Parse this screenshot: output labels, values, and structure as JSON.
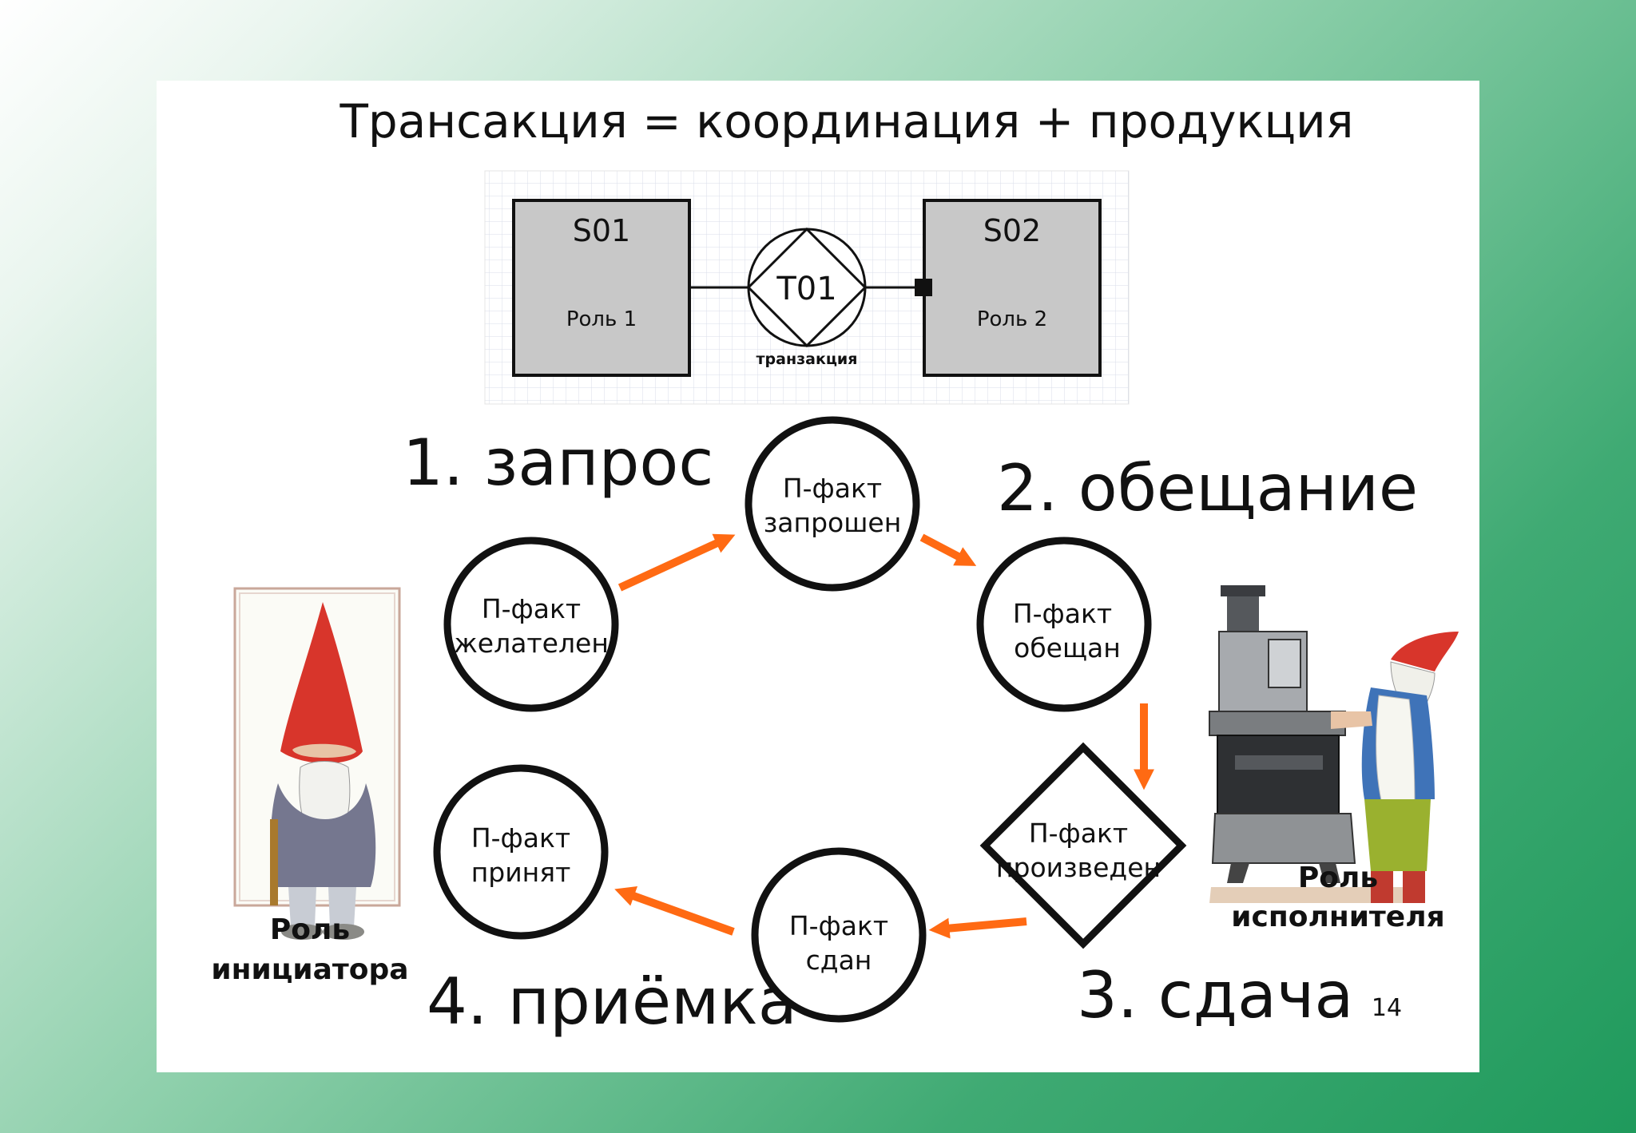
{
  "slide": {
    "title": "Трансакция = координация + продукция",
    "page_number": "14"
  },
  "model": {
    "actor_left": {
      "code": "S01",
      "role": "Роль 1"
    },
    "actor_right": {
      "code": "S02",
      "role": "Роль 2"
    },
    "transaction": {
      "code": "T01",
      "caption": "транзакция"
    }
  },
  "steps": {
    "request": "1. запрос",
    "promise": "2. обещание",
    "state": "3. сдача",
    "accept": "4. приёмка"
  },
  "facts": {
    "desired": [
      "П-факт",
      "желателен"
    ],
    "requested": [
      "П-факт",
      "запрошен"
    ],
    "promised": [
      "П-факт",
      "обещан"
    ],
    "produced": [
      "П-факт",
      "произведен"
    ],
    "stated": [
      "П-факт",
      "сдан"
    ],
    "accepted": [
      "П-факт",
      "принят"
    ]
  },
  "roles": {
    "initiator": [
      "Роль",
      "инициатора"
    ],
    "executor": [
      "Роль",
      "исполнителя"
    ]
  },
  "colors": {
    "arrow": "#ff6a13",
    "actor_fill": "#c8c8c8",
    "gnome_hat": "#d8352b"
  }
}
